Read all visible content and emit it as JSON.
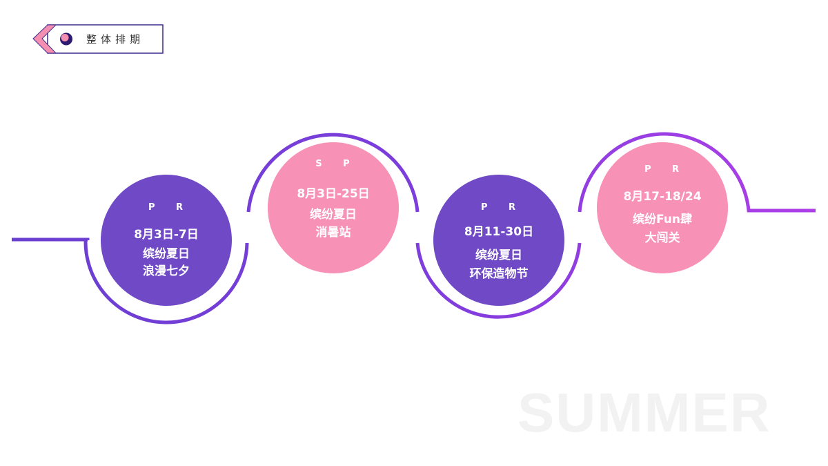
{
  "header": {
    "title": "整体排期",
    "colors": {
      "border": "#3d2a8a",
      "chevron": "#f48fb1",
      "dot_outer": "#2e1a6e",
      "dot_inner": "#f48fb1"
    }
  },
  "timeline": {
    "line_color_start": "#6a3fd0",
    "line_color_end": "#b03ee8",
    "nodes": [
      {
        "tag": "P R",
        "date": "8月3日-7日",
        "line1": "缤纷夏日",
        "line2": "浪漫七夕",
        "color": "#6f49c6"
      },
      {
        "tag": "S P",
        "date": "8月3日-25日",
        "line1": "缤纷夏日",
        "line2": "消暑站",
        "color": "#f891b6"
      },
      {
        "tag": "P R",
        "date": "8月11-30日",
        "line1": "缤纷夏日",
        "line2": "环保造物节",
        "color": "#6f49c6"
      },
      {
        "tag": "P R",
        "date": "8月17-18/24",
        "line1": "缤纷Fun肆",
        "line2": "大闯关",
        "color": "#f891b6"
      }
    ]
  },
  "watermark": "SUMMER"
}
